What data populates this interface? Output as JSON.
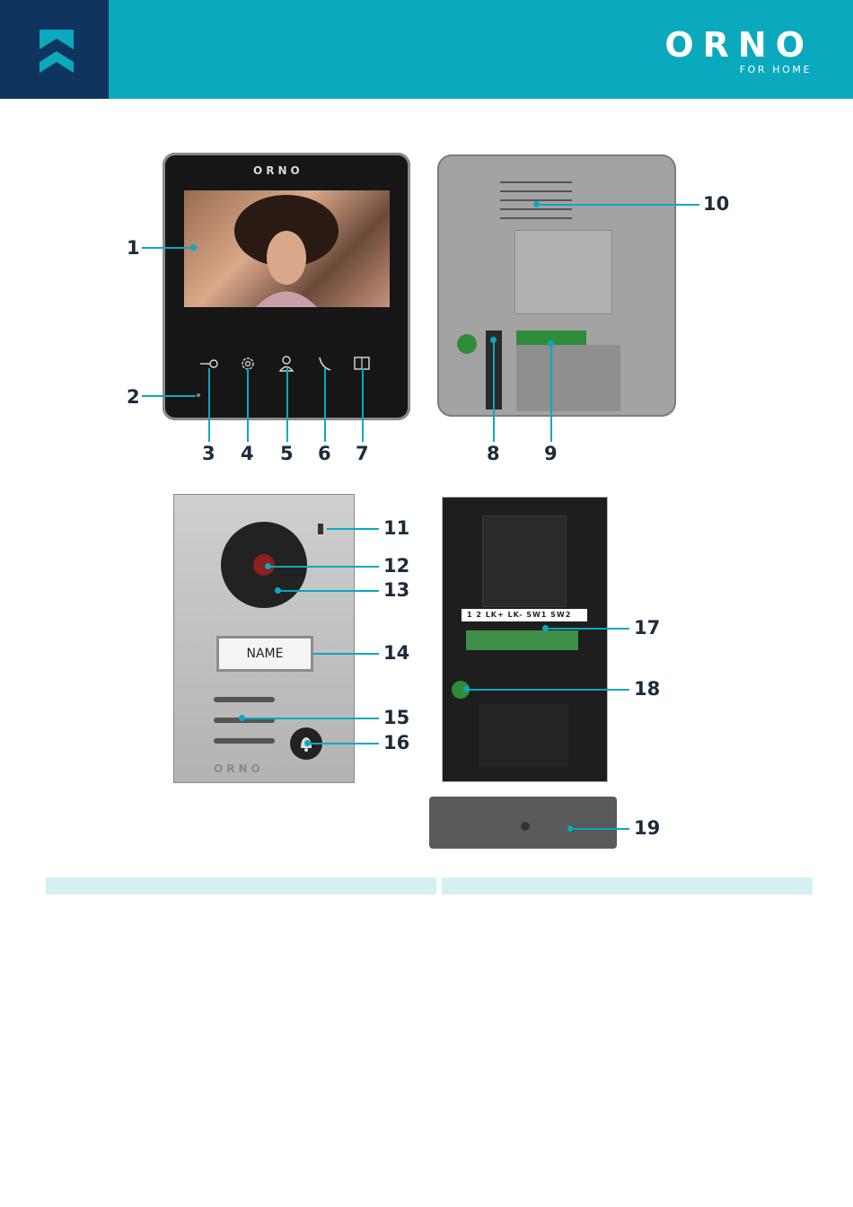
{
  "header": {
    "brand": "ORNO",
    "tagline": "FOR HOME",
    "colors": {
      "band": "#0aa9bd",
      "corner": "#0f355e"
    },
    "corner_icon": "chevron-up-logo-icon"
  },
  "monitor": {
    "front_brand": "ORNO",
    "buttons": [
      "key-icon",
      "gear-icon",
      "person-icon",
      "phone-icon",
      "door-icon"
    ]
  },
  "outdoor_unit": {
    "name_plate": "NAME",
    "brand": "ORNO",
    "terminal_labels": "1  2     LK+ LK- SW1 SW2"
  },
  "callouts": [
    "1",
    "2",
    "3",
    "4",
    "5",
    "6",
    "7",
    "8",
    "9",
    "10",
    "11",
    "12",
    "13",
    "14",
    "15",
    "16",
    "17",
    "18",
    "19"
  ],
  "accent_color": "#0aa9bd"
}
